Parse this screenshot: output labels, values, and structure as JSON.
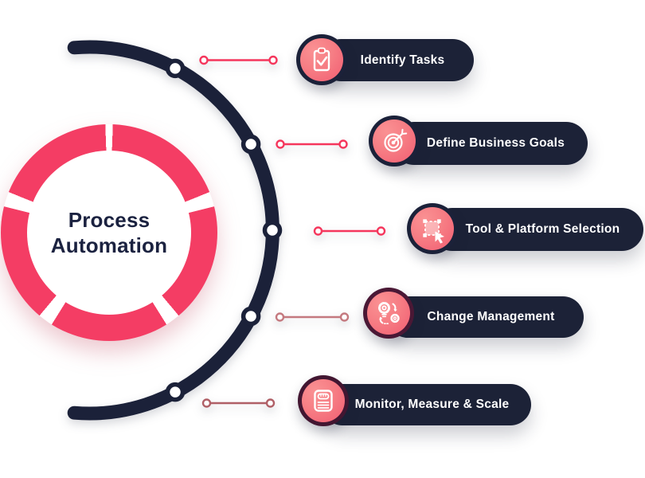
{
  "title": {
    "lines": [
      "Process",
      "Automation"
    ]
  },
  "colors": {
    "navy": "#1b2139",
    "pink": "#f43d64",
    "pill_bg": "#1c2237",
    "label_text": "#ffffff",
    "title_text": "#1b2240",
    "coral_light": "#fa9193",
    "coral_dark": "#f25d72",
    "background": "#ffffff"
  },
  "steps": [
    {
      "label": "Identify Tasks",
      "icon": "clipboard-check-icon",
      "connector_color": "#f5365c",
      "ring_color": "#1b2139"
    },
    {
      "label": "Define Business Goals",
      "icon": "target-dart-icon",
      "connector_color": "#f5365c",
      "ring_color": "#1b2139"
    },
    {
      "label": "Tool & Platform Selection",
      "icon": "selection-cursor-icon",
      "connector_color": "#f5365c",
      "ring_color": "#1b2139"
    },
    {
      "label": "Change Management",
      "icon": "gears-cycle-icon",
      "connector_color": "#c4797f",
      "ring_color": "#4a1835"
    },
    {
      "label": "Monitor, Measure & Scale",
      "icon": "scale-meter-icon",
      "connector_color": "#b05f66",
      "ring_color": "#421631"
    }
  ]
}
